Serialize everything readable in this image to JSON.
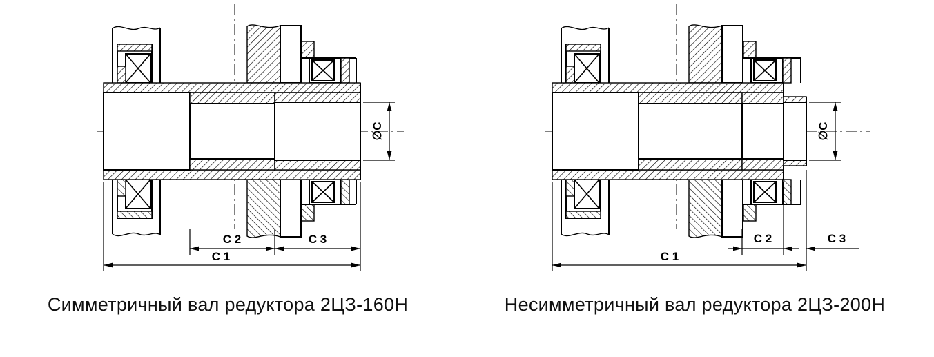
{
  "diagrams": [
    {
      "caption": "Симметричный вал редуктора 2ЦЗ-160Н",
      "dim_c1": "С 1",
      "dim_c2": "С 2",
      "dim_c3": "С 3",
      "dim_diameter": "∅С"
    },
    {
      "caption": "Несимметричный вал редуктора 2ЦЗ-200Н",
      "dim_c1": "С 1",
      "dim_c2": "С 2",
      "dim_c3": "С 3",
      "dim_diameter": "∅С"
    }
  ],
  "colors": {
    "line": "#000000",
    "background": "#ffffff"
  }
}
